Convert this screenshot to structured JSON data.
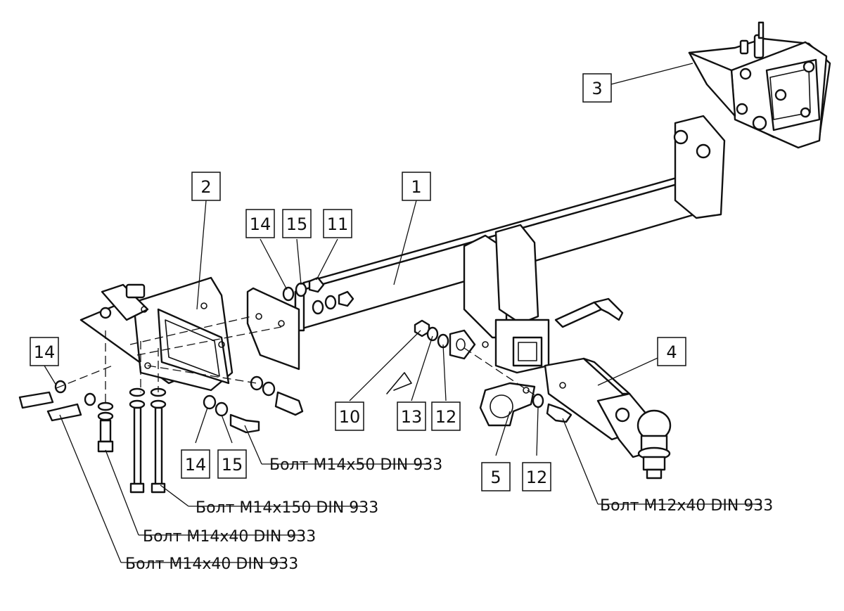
{
  "callouts": {
    "c1": "1",
    "c2": "2",
    "c3": "3",
    "c4": "4",
    "c5": "5",
    "c10": "10",
    "c11": "11",
    "c12a": "12",
    "c12b": "12",
    "c13": "13",
    "c14a": "14",
    "c14b": "14",
    "c14c": "14",
    "c15a": "15",
    "c15b": "15"
  },
  "bolt_labels": {
    "m14x50": "Болт М14x50 DIN 933",
    "m14x150": "Болт М14x150 DIN 933",
    "m14x40a": "Болт М14x40 DIN 933",
    "m14x40b": "Болт М14x40 DIN 933",
    "m12x40": "Болт М12x40 DIN 933"
  }
}
